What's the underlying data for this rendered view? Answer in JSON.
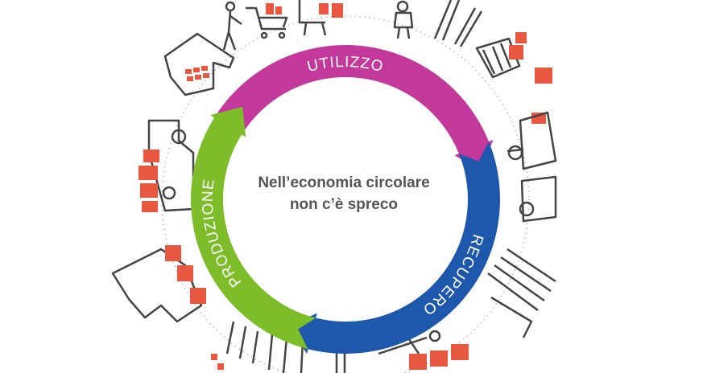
{
  "diagram": {
    "center_text": [
      "Nell’economia circolare",
      "non c’è spreco"
    ],
    "stages": [
      {
        "label": "UTILIZZO",
        "color": "#c2399b"
      },
      {
        "label": "RECUPERO",
        "color": "#1e58ad"
      },
      {
        "label": "PRODUZIONE",
        "color": "#7dbd2a"
      }
    ],
    "accent_color": "#e8573f",
    "icons": [
      "shop-icon",
      "shopper-icon",
      "cart-icon",
      "bench-icon",
      "child-icon",
      "tools-icon",
      "trash-bin-icon",
      "garbage-truck-icon",
      "recycling-pipes-icon",
      "forklift-icon",
      "factory-icon",
      "delivery-truck-icon",
      "crops-icon"
    ]
  }
}
